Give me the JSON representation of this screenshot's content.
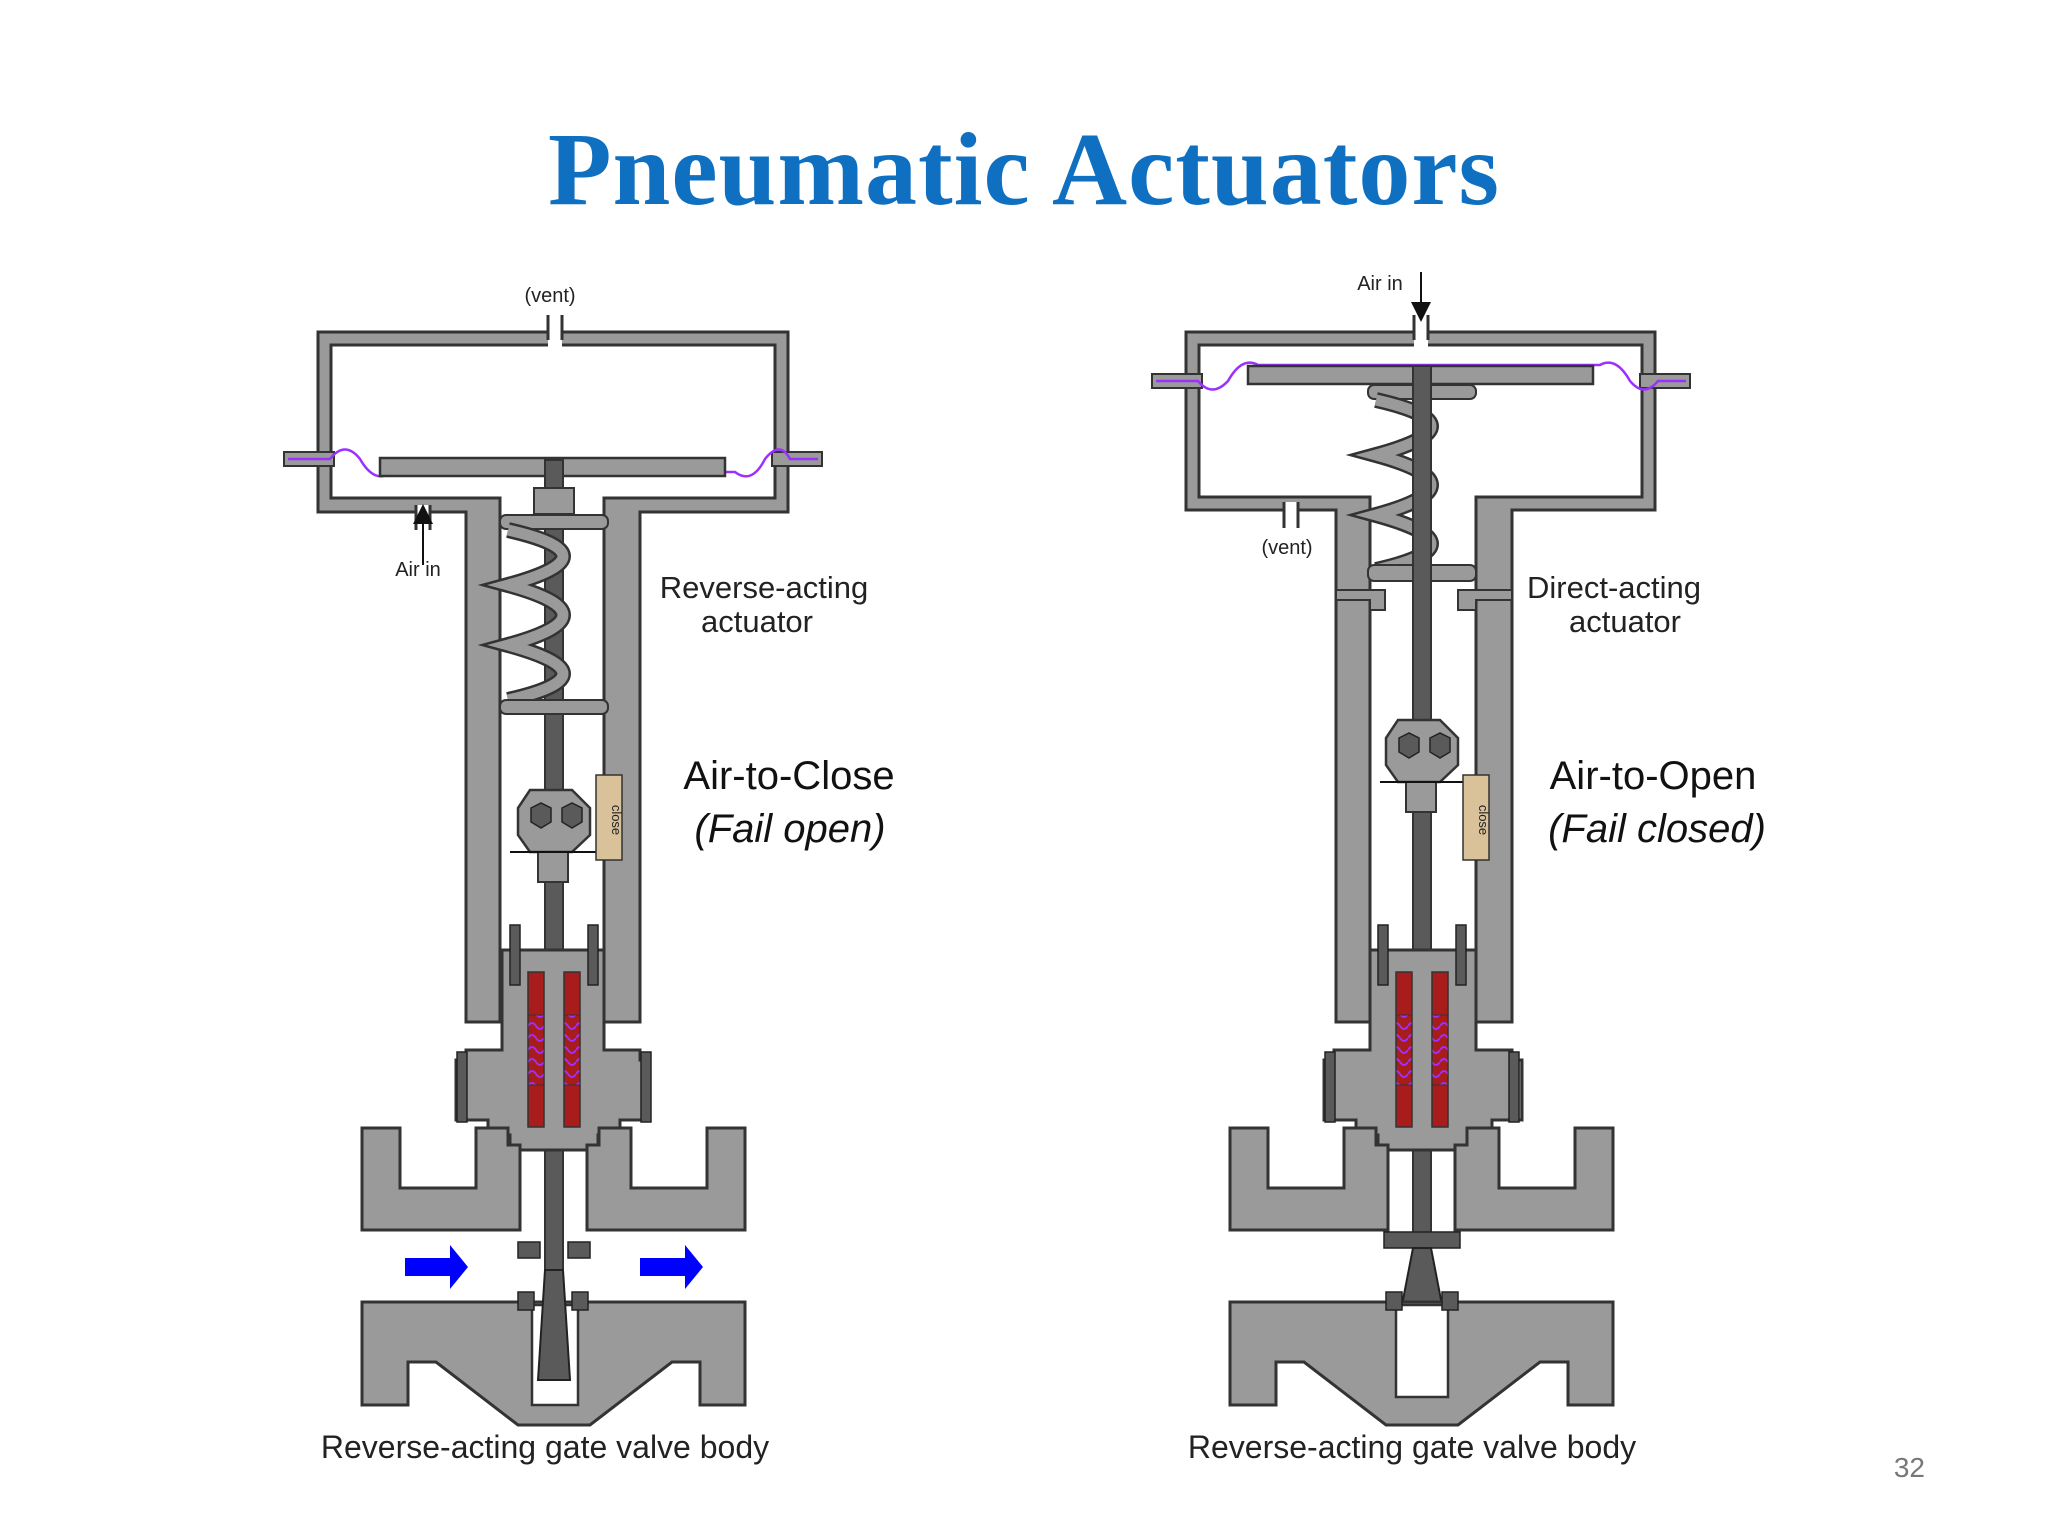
{
  "slide": {
    "title": "Pneumatic Actuators",
    "page_number": "32"
  },
  "left_diagram": {
    "vent_label": "(vent)",
    "air_in_label": "Air in",
    "actuator_type_line1": "Reverse-acting",
    "actuator_type_line2": "actuator",
    "mode_label": "Air-to-Close",
    "fail_label": "(Fail open)",
    "body_label": "Reverse-acting gate valve body",
    "scale_label": "close"
  },
  "right_diagram": {
    "air_in_label": "Air in",
    "vent_label": "(vent)",
    "actuator_type_line1": "Direct-acting",
    "actuator_type_line2": "actuator",
    "mode_label": "Air-to-Open",
    "fail_label": "(Fail closed)",
    "body_label": "Reverse-acting gate valve body",
    "scale_label": "close"
  },
  "colors": {
    "title": "#0f6fc0",
    "metal": "#9a9a9a",
    "dark_metal": "#5a5a5a",
    "diaphragm": "#9b30ff",
    "packing": "#a81c1c",
    "flow_arrow": "#0000ff",
    "scale": "#d9c29a"
  }
}
